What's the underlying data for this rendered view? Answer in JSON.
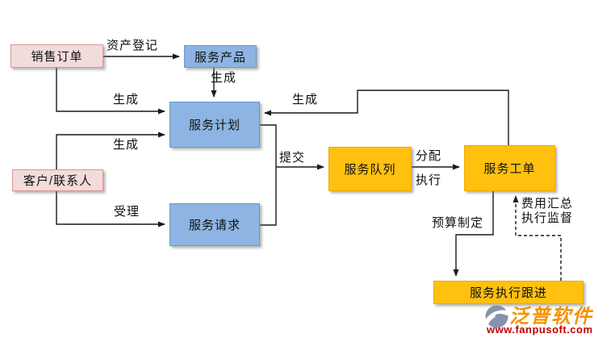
{
  "diagram": {
    "nodes": {
      "sales_order": {
        "label": "销售订单"
      },
      "service_product": {
        "label": "服务产品"
      },
      "service_plan": {
        "label": "服务计划"
      },
      "customer_contact": {
        "label": "客户/联系人"
      },
      "service_request": {
        "label": "服务请求"
      },
      "service_queue": {
        "label": "服务队列"
      },
      "service_workorder": {
        "label": "服务工单"
      },
      "service_followup": {
        "label": "服务执行跟进"
      }
    },
    "edge_labels": {
      "asset_register": "资产登记",
      "generate_product": "生成",
      "generate_from_sales": "生成",
      "generate_from_customer": "生成",
      "generate_feedback": "生成",
      "accept": "受理",
      "submit": "提交",
      "assign": "分配",
      "execute": "执行",
      "budget_making": "预算制定",
      "cost_summary": "费用汇总",
      "exec_supervision": "执行监督"
    },
    "colors": {
      "pink_fill": "#F2DCDB",
      "pink_border": "#D99694",
      "blue_fill": "#8DB4E2",
      "blue_border": "#6E96C8",
      "orange_fill": "#FFC010",
      "orange_border": "#EFA900",
      "line_color": "#1a1a1a",
      "watermark_orange": "#F39300",
      "watermark_red": "#C00000",
      "logo_gray": "#8693AE"
    }
  },
  "watermark": {
    "brand": "泛普软件",
    "url": "www.fanpusoft.com"
  }
}
